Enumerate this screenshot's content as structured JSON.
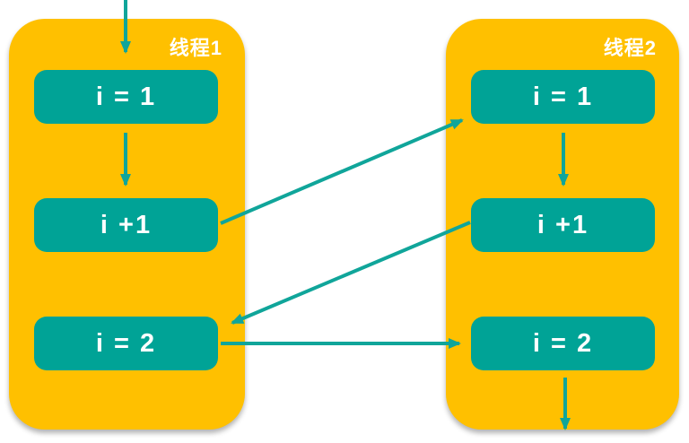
{
  "colors": {
    "bg": "#FFFFFF",
    "container": "#FFC000",
    "box": "#00A396",
    "arrow": "#10A59A",
    "label": "#FFFFFF"
  },
  "threads": [
    {
      "title": "线程1",
      "boxes": [
        "i = 1",
        "i +1",
        "i = 2"
      ]
    },
    {
      "title": "线程2",
      "boxes": [
        "i = 1",
        "i +1",
        "i = 2"
      ]
    }
  ],
  "arrows": [
    {
      "name": "entry-arrow",
      "from": "outside-top",
      "to": "thread1 i = 1"
    },
    {
      "name": "thread1-step1-to-step2",
      "from": "thread1 i = 1",
      "to": "thread1 i +1"
    },
    {
      "name": "thread1-step2-to-thread2-step1",
      "from": "thread1 i +1",
      "to": "thread2 i = 1"
    },
    {
      "name": "thread2-step1-to-step2",
      "from": "thread2 i = 1",
      "to": "thread2 i +1"
    },
    {
      "name": "thread2-step2-to-thread1-step3",
      "from": "thread2 i +1",
      "to": "thread1 i = 2"
    },
    {
      "name": "thread1-step3-to-thread2-step3",
      "from": "thread1 i = 2",
      "to": "thread2 i = 2"
    },
    {
      "name": "exit-arrow",
      "from": "thread2 i = 2",
      "to": "outside-bottom"
    }
  ]
}
